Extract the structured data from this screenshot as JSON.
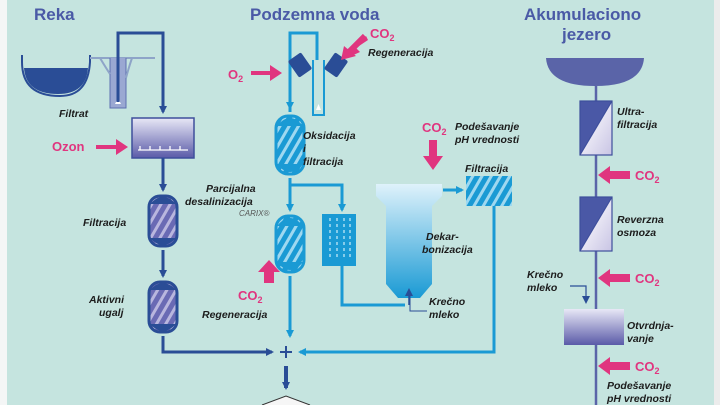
{
  "colors": {
    "background": "#c5e4df",
    "river_blue": "#2a4d96",
    "ground_cyan": "#1a9ad4",
    "lake_purple": "#5a64a8",
    "chemical_pink": "#e0357f",
    "label_dark": "#1c1c1c"
  },
  "sections": {
    "river": {
      "title": "Reka",
      "labels": {
        "filtrate": "Filtrat",
        "ozone": "Ozon",
        "filtration": "Filtracija",
        "activated_carbon_1": "Aktivni",
        "activated_carbon_2": "ugalj"
      }
    },
    "groundwater": {
      "title": "Podzemna voda",
      "labels": {
        "co2_top": "CO",
        "co2_sub": "2",
        "regeneration_top": "Regeneracija",
        "o2": "O",
        "o2_sub": "2",
        "oxidation_1": "Oksidacija",
        "oxidation_2": "i",
        "oxidation_3": "filtracija",
        "partial_1": "Parcijalna",
        "partial_2": "desalinizacija",
        "carix": "CARIX®",
        "co2_regen": "CO",
        "regeneration_bottom": "Regeneracija",
        "co2_ph": "CO",
        "ph_adjust_1": "Podešavanje",
        "ph_adjust_2": "pH vrednosti",
        "filtration": "Filtracija",
        "decarb_1": "Dekar-",
        "decarb_2": "bonizacija",
        "lime_1": "Krečno",
        "lime_2": "mleko"
      }
    },
    "reservoir": {
      "title_1": "Akumulaciono",
      "title_2": "jezero",
      "labels": {
        "ultra_1": "Ultra-",
        "ultra_2": "filtracija",
        "co2_a": "CO",
        "reverse_1": "Reverzna",
        "reverse_2": "osmoza",
        "co2_b": "CO",
        "lime_1": "Krečno",
        "lime_2": "mleko",
        "harden_1": "Otvrdnja-",
        "harden_2": "vanje",
        "co2_c": "CO",
        "ph_1": "Podešavanje",
        "ph_2": "pH vrednosti"
      }
    }
  }
}
